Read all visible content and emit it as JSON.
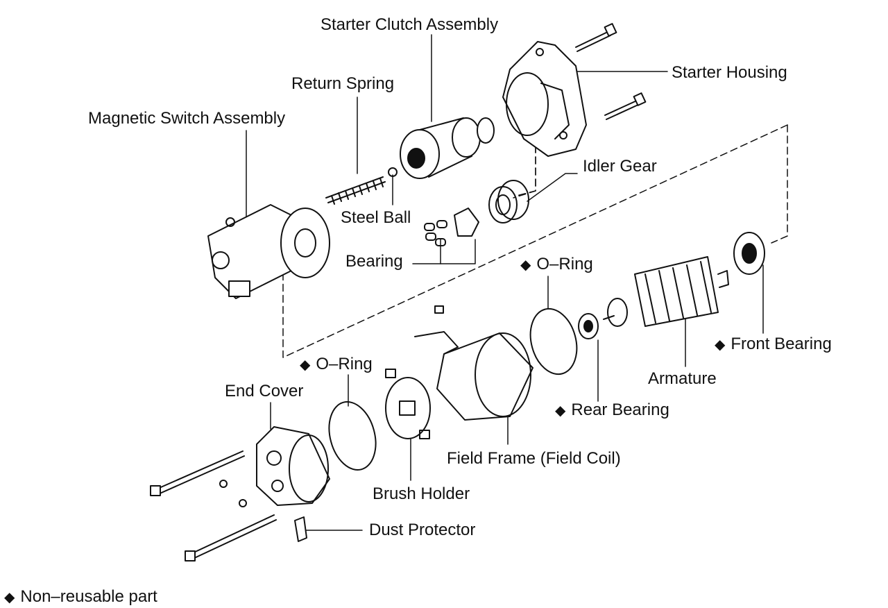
{
  "diagram": {
    "labels": {
      "starter_clutch": "Starter Clutch Assembly",
      "starter_housing": "Starter Housing",
      "return_spring": "Return Spring",
      "magnetic_switch": "Magnetic Switch Assembly",
      "idler_gear": "Idler Gear",
      "steel_ball": "Steel Ball",
      "bearing": "Bearing",
      "o_ring_upper": "O–Ring",
      "front_bearing": "Front Bearing",
      "armature": "Armature",
      "o_ring_lower": "O–Ring",
      "end_cover": "End Cover",
      "rear_bearing": "Rear Bearing",
      "field_frame": "Field Frame (Field Coil)",
      "brush_holder": "Brush Holder",
      "dust_protector": "Dust Protector"
    },
    "legend": {
      "symbol": "◆",
      "text": "Non–reusable part"
    },
    "non_reusable_marker": "◆"
  }
}
